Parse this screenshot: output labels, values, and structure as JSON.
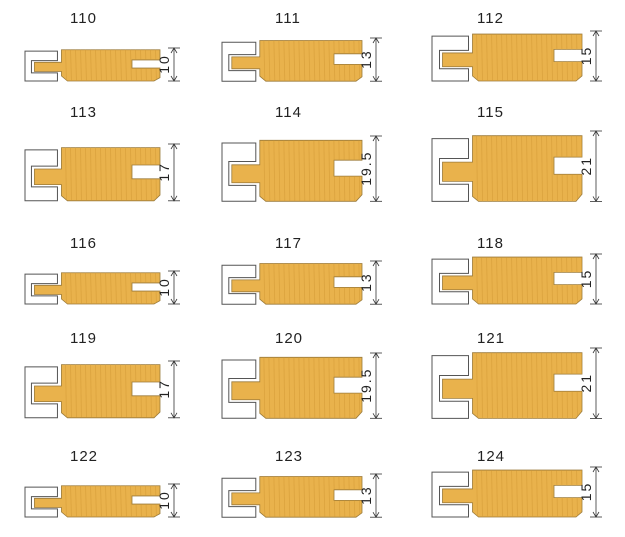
{
  "profiles": [
    {
      "code": "110",
      "dimension": "10"
    },
    {
      "code": "111",
      "dimension": "13"
    },
    {
      "code": "112",
      "dimension": "15"
    },
    {
      "code": "113",
      "dimension": "17"
    },
    {
      "code": "114",
      "dimension": "19.5"
    },
    {
      "code": "115",
      "dimension": "21"
    },
    {
      "code": "116",
      "dimension": "10"
    },
    {
      "code": "117",
      "dimension": "13"
    },
    {
      "code": "118",
      "dimension": "15"
    },
    {
      "code": "119",
      "dimension": "17"
    },
    {
      "code": "120",
      "dimension": "19.5"
    },
    {
      "code": "121",
      "dimension": "21"
    },
    {
      "code": "122",
      "dimension": "10"
    },
    {
      "code": "123",
      "dimension": "13"
    },
    {
      "code": "124",
      "dimension": "15"
    }
  ],
  "colors": {
    "wood": "#e9b24c",
    "grain": "#d39a36",
    "outline": "#555555"
  }
}
